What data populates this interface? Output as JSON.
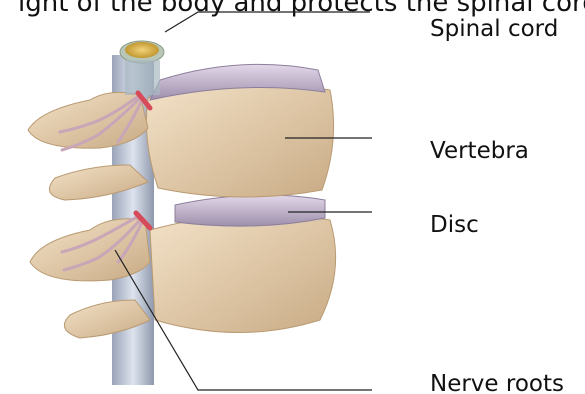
{
  "caption": "ight of the body and protects the spinal cord",
  "labels": {
    "spinal_cord": "Spinal cord",
    "vertebra": "Vertebra",
    "disc": "Disc",
    "nerve_roots": "Nerve roots"
  },
  "colors": {
    "bone": "#e9d3b4",
    "bone_shadow": "#c9ab85",
    "disc": "#cdbfd6",
    "disc_shadow": "#9d8fab",
    "spinal_cord": "#d9b23e",
    "nerve": "#c9a5b8",
    "nerve_red": "#d64a5a",
    "leader_line": "#222222"
  }
}
